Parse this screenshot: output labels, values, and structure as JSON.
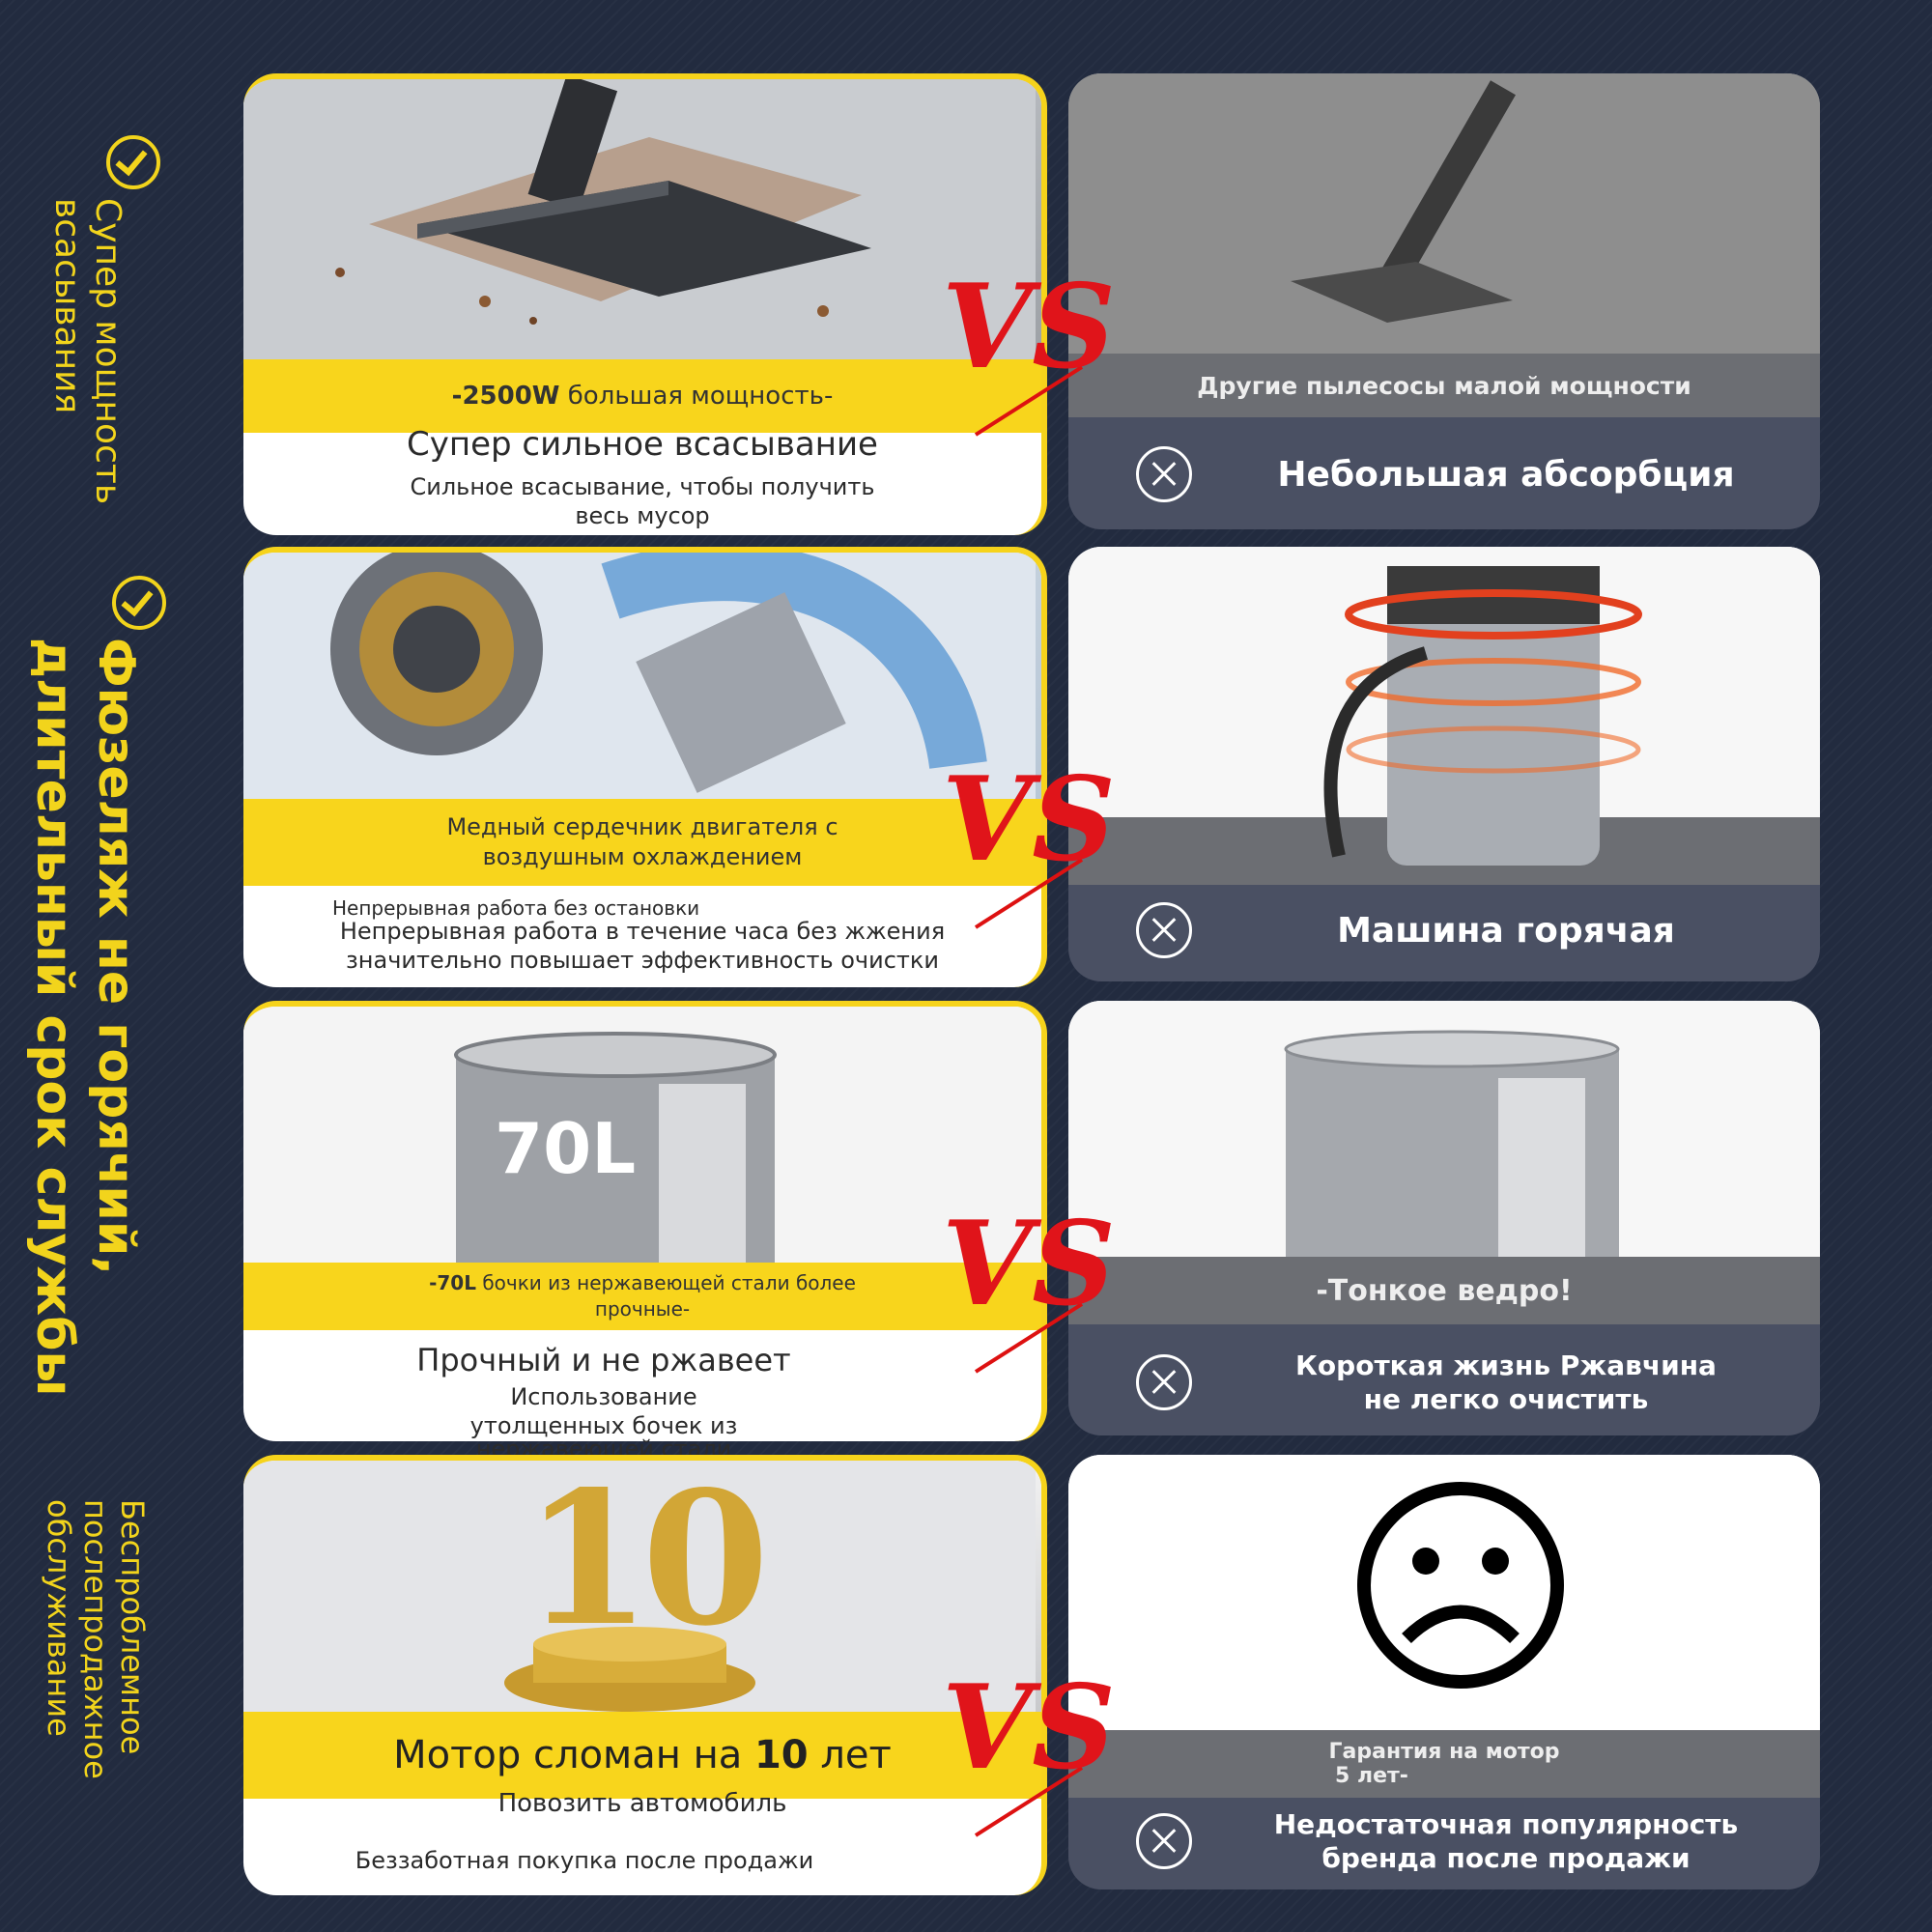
{
  "side_labels": {
    "group1": [
      "Супер мощность",
      "всасывания"
    ],
    "group2": [
      "Фюзеляж не горячий,",
      "длительный срок службы"
    ],
    "group3": [
      "Беспроблемное",
      "послепродажное",
      "обслуживание"
    ]
  },
  "vs_label": "VS",
  "rows": [
    {
      "left": {
        "band_bold": "-2500W",
        "band_text": " большая мощность-",
        "title": "Супер сильное всасывание",
        "desc": [
          "Сильное всасывание, чтобы получить",
          "весь мусор"
        ]
      },
      "right": {
        "band_text": "Другие пылесосы малой мощности",
        "con": [
          "Небольшая абсорбция"
        ]
      }
    },
    {
      "left": {
        "band_lines": [
          "Медный сердечник двигателя с",
          "воздушным охлаждением"
        ],
        "title": "Непрерывная работа без остановки",
        "desc": [
          "Непрерывная работа в течение часа без жжения",
          "значительно повышает эффективность очистки"
        ]
      },
      "right": {
        "band_text": "",
        "con": [
          "Машина горячая"
        ]
      }
    },
    {
      "left": {
        "image_label": "70L",
        "band_bold": "-70L",
        "band_text": " бочки из нержавеющей стали более",
        "band_text2": "прочные-",
        "title": "Прочный и не ржавеет",
        "desc": [
          "Использование",
          "утолщенных бочек из",
          "нержавеющей стали"
        ]
      },
      "right": {
        "band_text": "-Тонкое ведро!",
        "con": [
          "Короткая жизнь Ржавчина",
          "не легко очистить"
        ]
      }
    },
    {
      "left": {
        "image_label": "10",
        "band_text": "Мотор сломан на ",
        "band_bold": "10",
        "band_text_end": " лет",
        "title": "Повозить автомобиль",
        "desc": [
          "Беззаботная покупка после продажи"
        ]
      },
      "right": {
        "band_text": "Гарантия на мотор",
        "band_text2": "5 лет-",
        "con": [
          "Недостаточная популярность",
          "бренда после продажи"
        ]
      }
    }
  ]
}
